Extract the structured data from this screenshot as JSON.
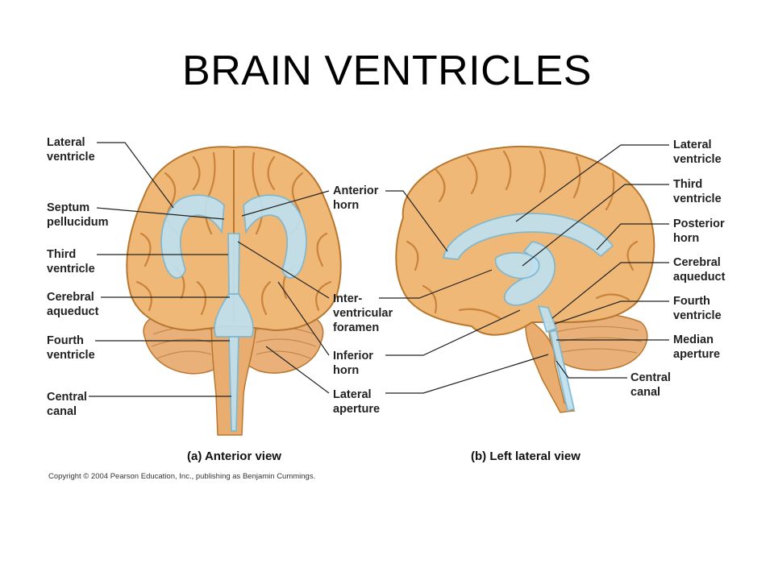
{
  "title": "BRAIN VENTRICLES",
  "anterior": {
    "caption": "(a) Anterior view",
    "labels_left": [
      [
        "Lateral",
        "ventricle"
      ],
      [
        "Septum",
        "pellucidum"
      ],
      [
        "Third",
        "ventricle"
      ],
      [
        "Cerebral",
        "aqueduct"
      ],
      [
        "Fourth",
        "ventricle"
      ],
      [
        "Central",
        "canal"
      ]
    ]
  },
  "middle_labels": [
    [
      "Anterior",
      "horn"
    ],
    [
      "Inter-",
      "ventricular",
      "foramen"
    ],
    [
      "Inferior",
      "horn"
    ],
    [
      "Lateral",
      "aperture"
    ]
  ],
  "lateral": {
    "caption": "(b) Left lateral view",
    "labels_right": [
      [
        "Lateral",
        "ventricle"
      ],
      [
        "Third",
        "ventricle"
      ],
      [
        "Posterior",
        "horn"
      ],
      [
        "Cerebral",
        "aqueduct"
      ],
      [
        "Fourth",
        "ventricle"
      ],
      [
        "Median",
        "aperture"
      ],
      [
        "Central",
        "canal"
      ]
    ]
  },
  "copyright": "Copyright © 2004 Pearson Education, Inc., publishing as Benjamin Cummings.",
  "colors": {
    "brain": "#f0b877",
    "ventricle": "#bfe1ef",
    "outline": "#b8772e"
  }
}
